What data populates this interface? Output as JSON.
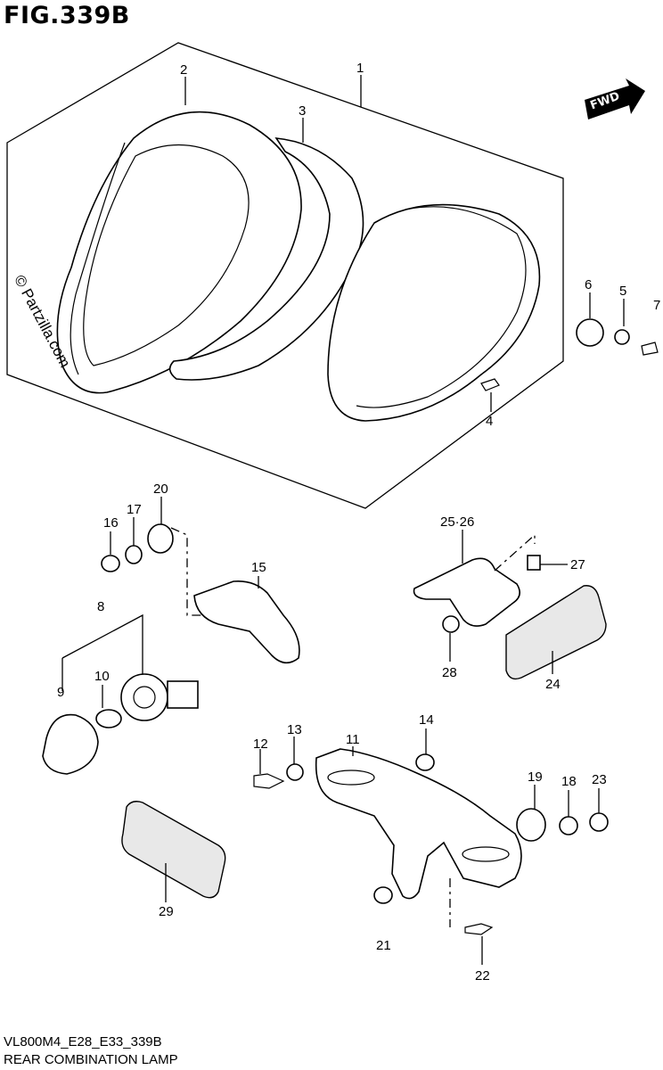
{
  "figure": {
    "title": "FIG.339B",
    "code": "VL800M4_E28_E33_339B",
    "caption": "REAR COMBINATION LAMP",
    "watermark": "© Partzilla.com",
    "fwd_label": "FWD"
  },
  "callouts": [
    {
      "id": "1",
      "label": "1"
    },
    {
      "id": "2",
      "label": "2"
    },
    {
      "id": "3",
      "label": "3"
    },
    {
      "id": "4",
      "label": "4"
    },
    {
      "id": "5",
      "label": "5"
    },
    {
      "id": "6",
      "label": "6"
    },
    {
      "id": "7",
      "label": "7"
    },
    {
      "id": "8",
      "label": "8"
    },
    {
      "id": "9",
      "label": "9"
    },
    {
      "id": "10",
      "label": "10"
    },
    {
      "id": "11",
      "label": "11"
    },
    {
      "id": "12",
      "label": "12"
    },
    {
      "id": "13",
      "label": "13"
    },
    {
      "id": "14",
      "label": "14"
    },
    {
      "id": "15",
      "label": "15"
    },
    {
      "id": "16",
      "label": "16"
    },
    {
      "id": "17",
      "label": "17"
    },
    {
      "id": "18",
      "label": "18"
    },
    {
      "id": "19",
      "label": "19"
    },
    {
      "id": "20",
      "label": "20"
    },
    {
      "id": "21",
      "label": "21"
    },
    {
      "id": "22",
      "label": "22"
    },
    {
      "id": "23",
      "label": "23"
    },
    {
      "id": "24",
      "label": "24"
    },
    {
      "id": "25",
      "label": "25·26"
    },
    {
      "id": "27",
      "label": "27"
    },
    {
      "id": "28",
      "label": "28"
    },
    {
      "id": "29",
      "label": "29"
    }
  ]
}
